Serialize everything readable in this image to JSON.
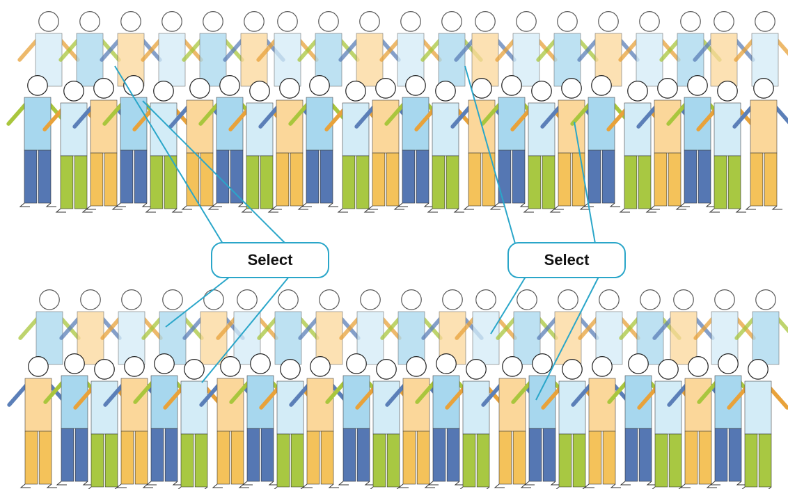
{
  "labels": {
    "left": "Select",
    "right": "Select"
  },
  "colors": {
    "shirt_light_blue": "#d3ecf7",
    "shirt_blue": "#a7d7ee",
    "shirt_orange": "#fbd79a",
    "pants_blue": "#5577b3",
    "pants_green": "#a8c842",
    "pants_orange": "#f4c25a",
    "arm_green": "#a9c63d",
    "arm_blue": "#5b7fb8",
    "arm_orange": "#e8a23a",
    "callout_line": "#2aa6c9"
  },
  "crowds": [
    {
      "name": "population-crowd",
      "description_visible": false
    },
    {
      "name": "selected-crowd",
      "description_visible": false
    }
  ]
}
